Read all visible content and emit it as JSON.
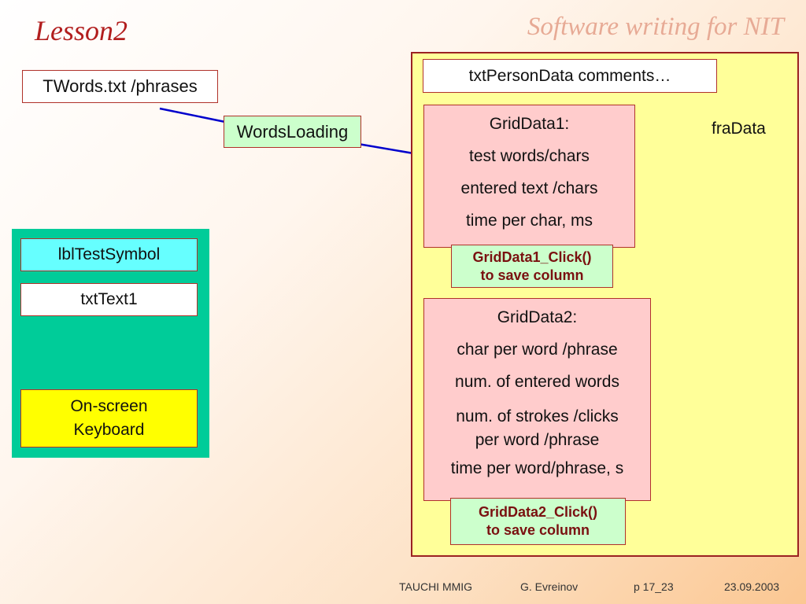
{
  "header": {
    "title": "Lesson2",
    "subtitle": "Software writing for NIT"
  },
  "source": {
    "file_label": "TWords.txt  /phrases",
    "process_label": "WordsLoading"
  },
  "form": {
    "label_test_symbol": "lblTestSymbol",
    "text_box": "txtText1",
    "keyboard_lines": [
      "On-screen",
      "Keyboard"
    ]
  },
  "frame": {
    "name": "fraData",
    "person_data": "txtPersonData comments…",
    "grid1": {
      "title": "GridData1:",
      "rows": [
        "test words/chars",
        "entered text /chars",
        "time per char, ms"
      ],
      "click_title": "GridData1_Click()",
      "click_note": "to save column"
    },
    "grid2": {
      "title": "GridData2:",
      "rows": [
        "char per word /phrase",
        "num. of entered words"
      ],
      "multi_line": [
        "num. of strokes /clicks",
        "per word /phrase"
      ],
      "last_row": "time per word/phrase, s",
      "click_title": "GridData2_Click()",
      "click_note": "to save column"
    }
  },
  "footer": {
    "org": "TAUCHI MMIG",
    "author": "G. Evreinov",
    "page": "p 17_23",
    "date": "23.09.2003"
  },
  "colors": {
    "title": "#b21e1e",
    "subtitle": "#e7aa95",
    "arrow": "#0000cc",
    "form_bg": "#00cc99",
    "frame_bg": "#ffff99",
    "grid_bg": "#ffcccc",
    "click_bg": "#ccffcc"
  }
}
